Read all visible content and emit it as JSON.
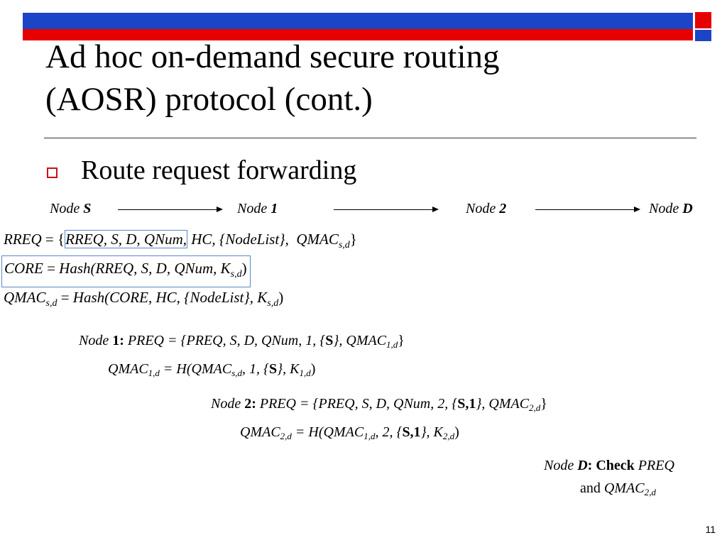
{
  "decor": {
    "bar_color": "#1c44c7",
    "square_color": "#e60000"
  },
  "title": {
    "line1": "Ad hoc on-demand secure routing",
    "line2": "(AOSR) protocol (cont.)"
  },
  "bullet": {
    "text": "Route request forwarding"
  },
  "nodes": {
    "s": {
      "word": "Node",
      "id": "S"
    },
    "n1": {
      "word": "Node",
      "id": "1"
    },
    "n2": {
      "word": "Node",
      "id": "2"
    },
    "d": {
      "word": "Node",
      "id": "D"
    }
  },
  "formulas": {
    "rreq": {
      "lhs": "RREQ",
      "inner": "RREQ, S, D, QNum,",
      "hc": "HC, {NodeList},",
      "qmac": "QMAC",
      "qmac_sub": "s,d"
    },
    "core": {
      "lhs": "CORE",
      "body": "Hash(RREQ, S, D, QNum, K",
      "sub": "s,d",
      "close": ")"
    },
    "qmac": {
      "lhs": "QMAC",
      "lhs_sub": "s,d",
      "body": "Hash(CORE, HC, {NodeList}, K",
      "sub": "s,d",
      "close": ")"
    }
  },
  "step1": {
    "node": "Node",
    "id": "1",
    "colon": ":",
    "preq": "PREQ = {PREQ, S, D, QNum, 1, {",
    "s": "S",
    "tail": "}, QMAC",
    "sub": "1,d",
    "end": "}",
    "q_lhs": "QMAC",
    "q_lhs_sub": "1,d",
    "q_eq": " = H(QMAC",
    "q_sub": "s,d",
    "q_mid": ", 1, {",
    "q_s": "S",
    "q_mid2": "}, K",
    "q_k_sub": "1,d",
    "q_end": ")"
  },
  "step2": {
    "node": "Node",
    "id": "2",
    "colon": ":",
    "preq": "PREQ = {PREQ, S, D, QNum, 2, {",
    "s": "S,1",
    "tail": "}, QMAC",
    "sub": "2,d",
    "end": "}",
    "q_lhs": "QMAC",
    "q_lhs_sub": "2,d",
    "q_eq": " = H(QMAC",
    "q_sub": "1,d",
    "q_mid": ", 2, {",
    "q_s": "S,1",
    "q_mid2": "}, K",
    "q_k_sub": "2,d",
    "q_end": ")"
  },
  "stepD": {
    "node": "Node",
    "id": "D",
    "colon": ":",
    "check": "Check",
    "preq": "PREQ",
    "and": "and",
    "qmac": "QMAC",
    "sub": "2,d"
  },
  "page_number": "11"
}
